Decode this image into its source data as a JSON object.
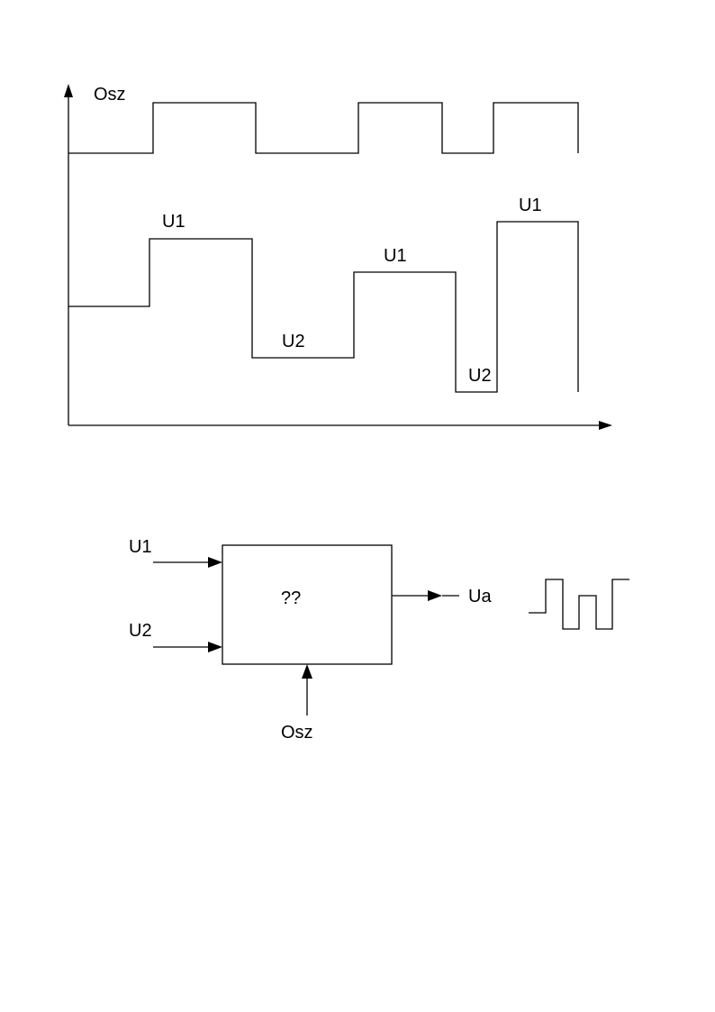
{
  "timing_diagram": {
    "osz_label": "Osz",
    "segment_labels": [
      "U1",
      "U2",
      "U1",
      "U2",
      "U1"
    ]
  },
  "block_diagram": {
    "input_1_label": "U1",
    "input_2_label": "U2",
    "block_label": "??",
    "clock_input_label": "Osz",
    "output_label": "Ua"
  }
}
